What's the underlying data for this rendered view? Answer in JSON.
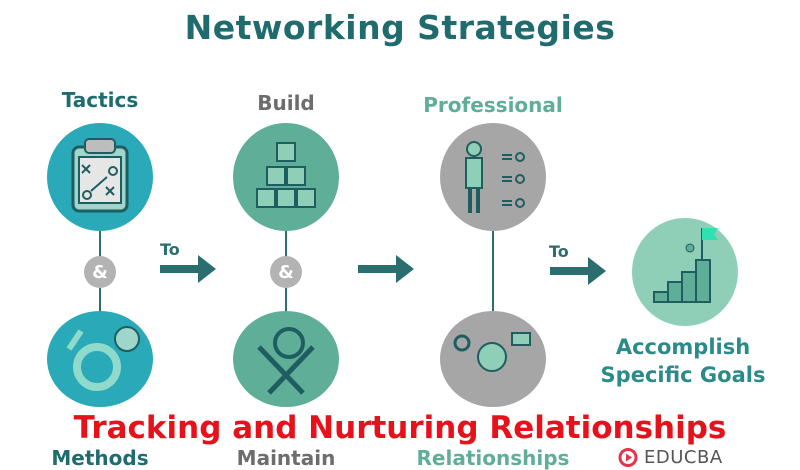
{
  "title": "Networking Strategies",
  "steps": {
    "tactics": "Tactics",
    "methods": "Methods",
    "build": "Build",
    "maintain": "Maintain",
    "professional": "Professional",
    "relationships": "Relationships",
    "goal_line1": "Accomplish",
    "goal_line2": "Specific Goals"
  },
  "connectors": {
    "amp": "&",
    "to": "To"
  },
  "overlay_caption": "Tracking and Nurturing Relationships",
  "logo": "EDUCBA",
  "colors": {
    "title": "#1f6b6e",
    "teal": "#2aa9b8",
    "green": "#5fae98",
    "gray": "#a6a6a6",
    "mint": "#8fcfb8",
    "caption": "#e5121b"
  }
}
